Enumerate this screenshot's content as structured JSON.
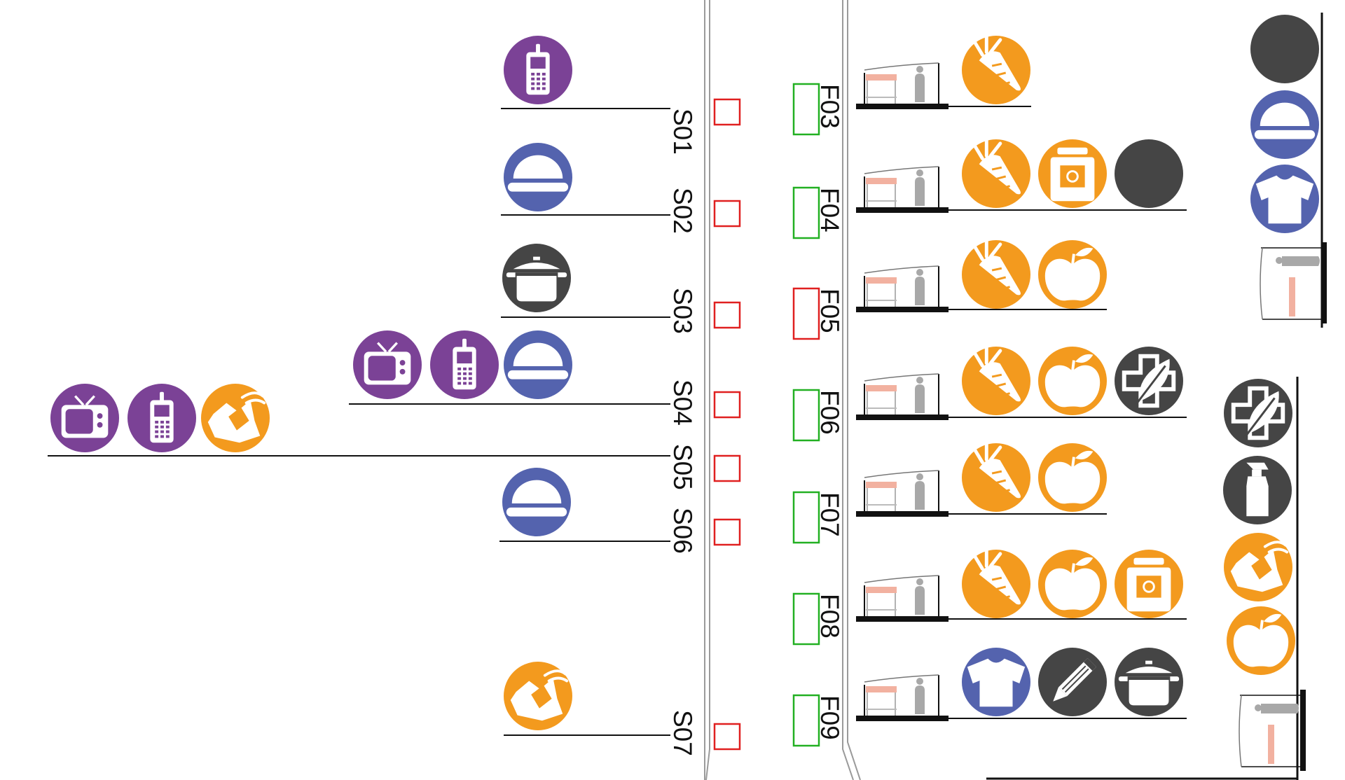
{
  "colors": {
    "purple": "#7b4296",
    "blue": "#5463ae",
    "orange": "#f39a1e",
    "dark": "#454545",
    "red_box": "#e02020",
    "green_box": "#22b022",
    "line": "#111111",
    "stall_pink": "#f2b1a0",
    "stall_gray": "#a8a8a8"
  },
  "left_stalls": [
    {
      "label": "S01",
      "box_color": "red",
      "icons": [
        {
          "icon": "mobile-phone-icon",
          "color": "purple"
        }
      ]
    },
    {
      "label": "S02",
      "box_color": "red",
      "icons": [
        {
          "icon": "hat-icon",
          "color": "blue"
        }
      ]
    },
    {
      "label": "S03",
      "box_color": "red",
      "icons": [
        {
          "icon": "cooking-pot-icon",
          "color": "dark"
        }
      ]
    },
    {
      "label": "S04",
      "box_color": "red",
      "icons": [
        {
          "icon": "television-icon",
          "color": "purple"
        },
        {
          "icon": "mobile-phone-icon",
          "color": "purple"
        },
        {
          "icon": "hat-icon",
          "color": "blue"
        }
      ]
    },
    {
      "label": "S05",
      "box_color": "red",
      "icons": [
        {
          "icon": "television-icon",
          "color": "purple"
        },
        {
          "icon": "mobile-phone-icon",
          "color": "purple"
        },
        {
          "icon": "snack-bag-icon",
          "color": "orange"
        }
      ]
    },
    {
      "label": "S06",
      "box_color": "red",
      "icons": [
        {
          "icon": "hat-icon",
          "color": "blue"
        }
      ]
    },
    {
      "label": "S07",
      "box_color": "red",
      "icons": [
        {
          "icon": "snack-bag-icon",
          "color": "orange"
        }
      ]
    }
  ],
  "right_stalls": [
    {
      "label": "F03",
      "box_color": "green",
      "icons": [
        {
          "icon": "carrot-icon",
          "color": "orange"
        }
      ]
    },
    {
      "label": "F04",
      "box_color": "green",
      "icons": [
        {
          "icon": "carrot-icon",
          "color": "orange"
        },
        {
          "icon": "jar-icon",
          "color": "orange"
        },
        {
          "icon": "blank-circle-icon",
          "color": "dark"
        }
      ]
    },
    {
      "label": "F05",
      "box_color": "red",
      "icons": [
        {
          "icon": "carrot-icon",
          "color": "orange"
        },
        {
          "icon": "apple-icon",
          "color": "orange"
        }
      ]
    },
    {
      "label": "F06",
      "box_color": "green",
      "icons": [
        {
          "icon": "carrot-icon",
          "color": "orange"
        },
        {
          "icon": "apple-icon",
          "color": "orange"
        },
        {
          "icon": "herbal-cross-icon",
          "color": "dark"
        }
      ]
    },
    {
      "label": "F07",
      "box_color": "green",
      "icons": [
        {
          "icon": "carrot-icon",
          "color": "orange"
        },
        {
          "icon": "apple-icon",
          "color": "orange"
        }
      ]
    },
    {
      "label": "F08",
      "box_color": "green",
      "icons": [
        {
          "icon": "carrot-icon",
          "color": "orange"
        },
        {
          "icon": "apple-icon",
          "color": "orange"
        },
        {
          "icon": "jar-icon",
          "color": "orange"
        }
      ]
    },
    {
      "label": "F09",
      "box_color": "green",
      "icons": [
        {
          "icon": "tshirt-icon",
          "color": "blue"
        },
        {
          "icon": "pencil-icon",
          "color": "dark"
        },
        {
          "icon": "cooking-pot-icon",
          "color": "dark"
        }
      ]
    }
  ],
  "far_right_top": [
    {
      "icon": "blank-circle-icon",
      "color": "dark"
    },
    {
      "icon": "hat-icon",
      "color": "blue"
    },
    {
      "icon": "tshirt-icon",
      "color": "blue"
    }
  ],
  "far_right_bottom": [
    {
      "icon": "herbal-cross-icon",
      "color": "dark"
    },
    {
      "icon": "spray-bottle-icon",
      "color": "dark"
    },
    {
      "icon": "snack-bag-icon",
      "color": "orange"
    },
    {
      "icon": "apple-icon",
      "color": "orange"
    }
  ]
}
